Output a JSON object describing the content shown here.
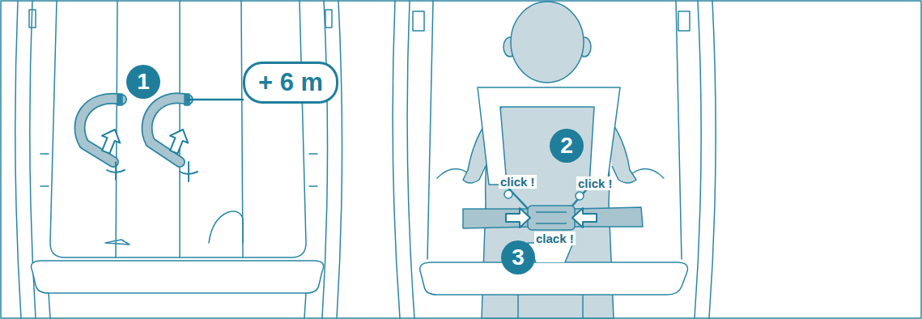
{
  "diagram": {
    "nodes": [
      {
        "text": [
          "1"
        ]
      },
      {
        "text": [
          "+ 6 m"
        ]
      },
      {
        "text": [
          "2"
        ]
      },
      {
        "text": [
          "3"
        ]
      }
    ],
    "labels": [
      "click !",
      "click !",
      "clack !"
    ]
  }
}
